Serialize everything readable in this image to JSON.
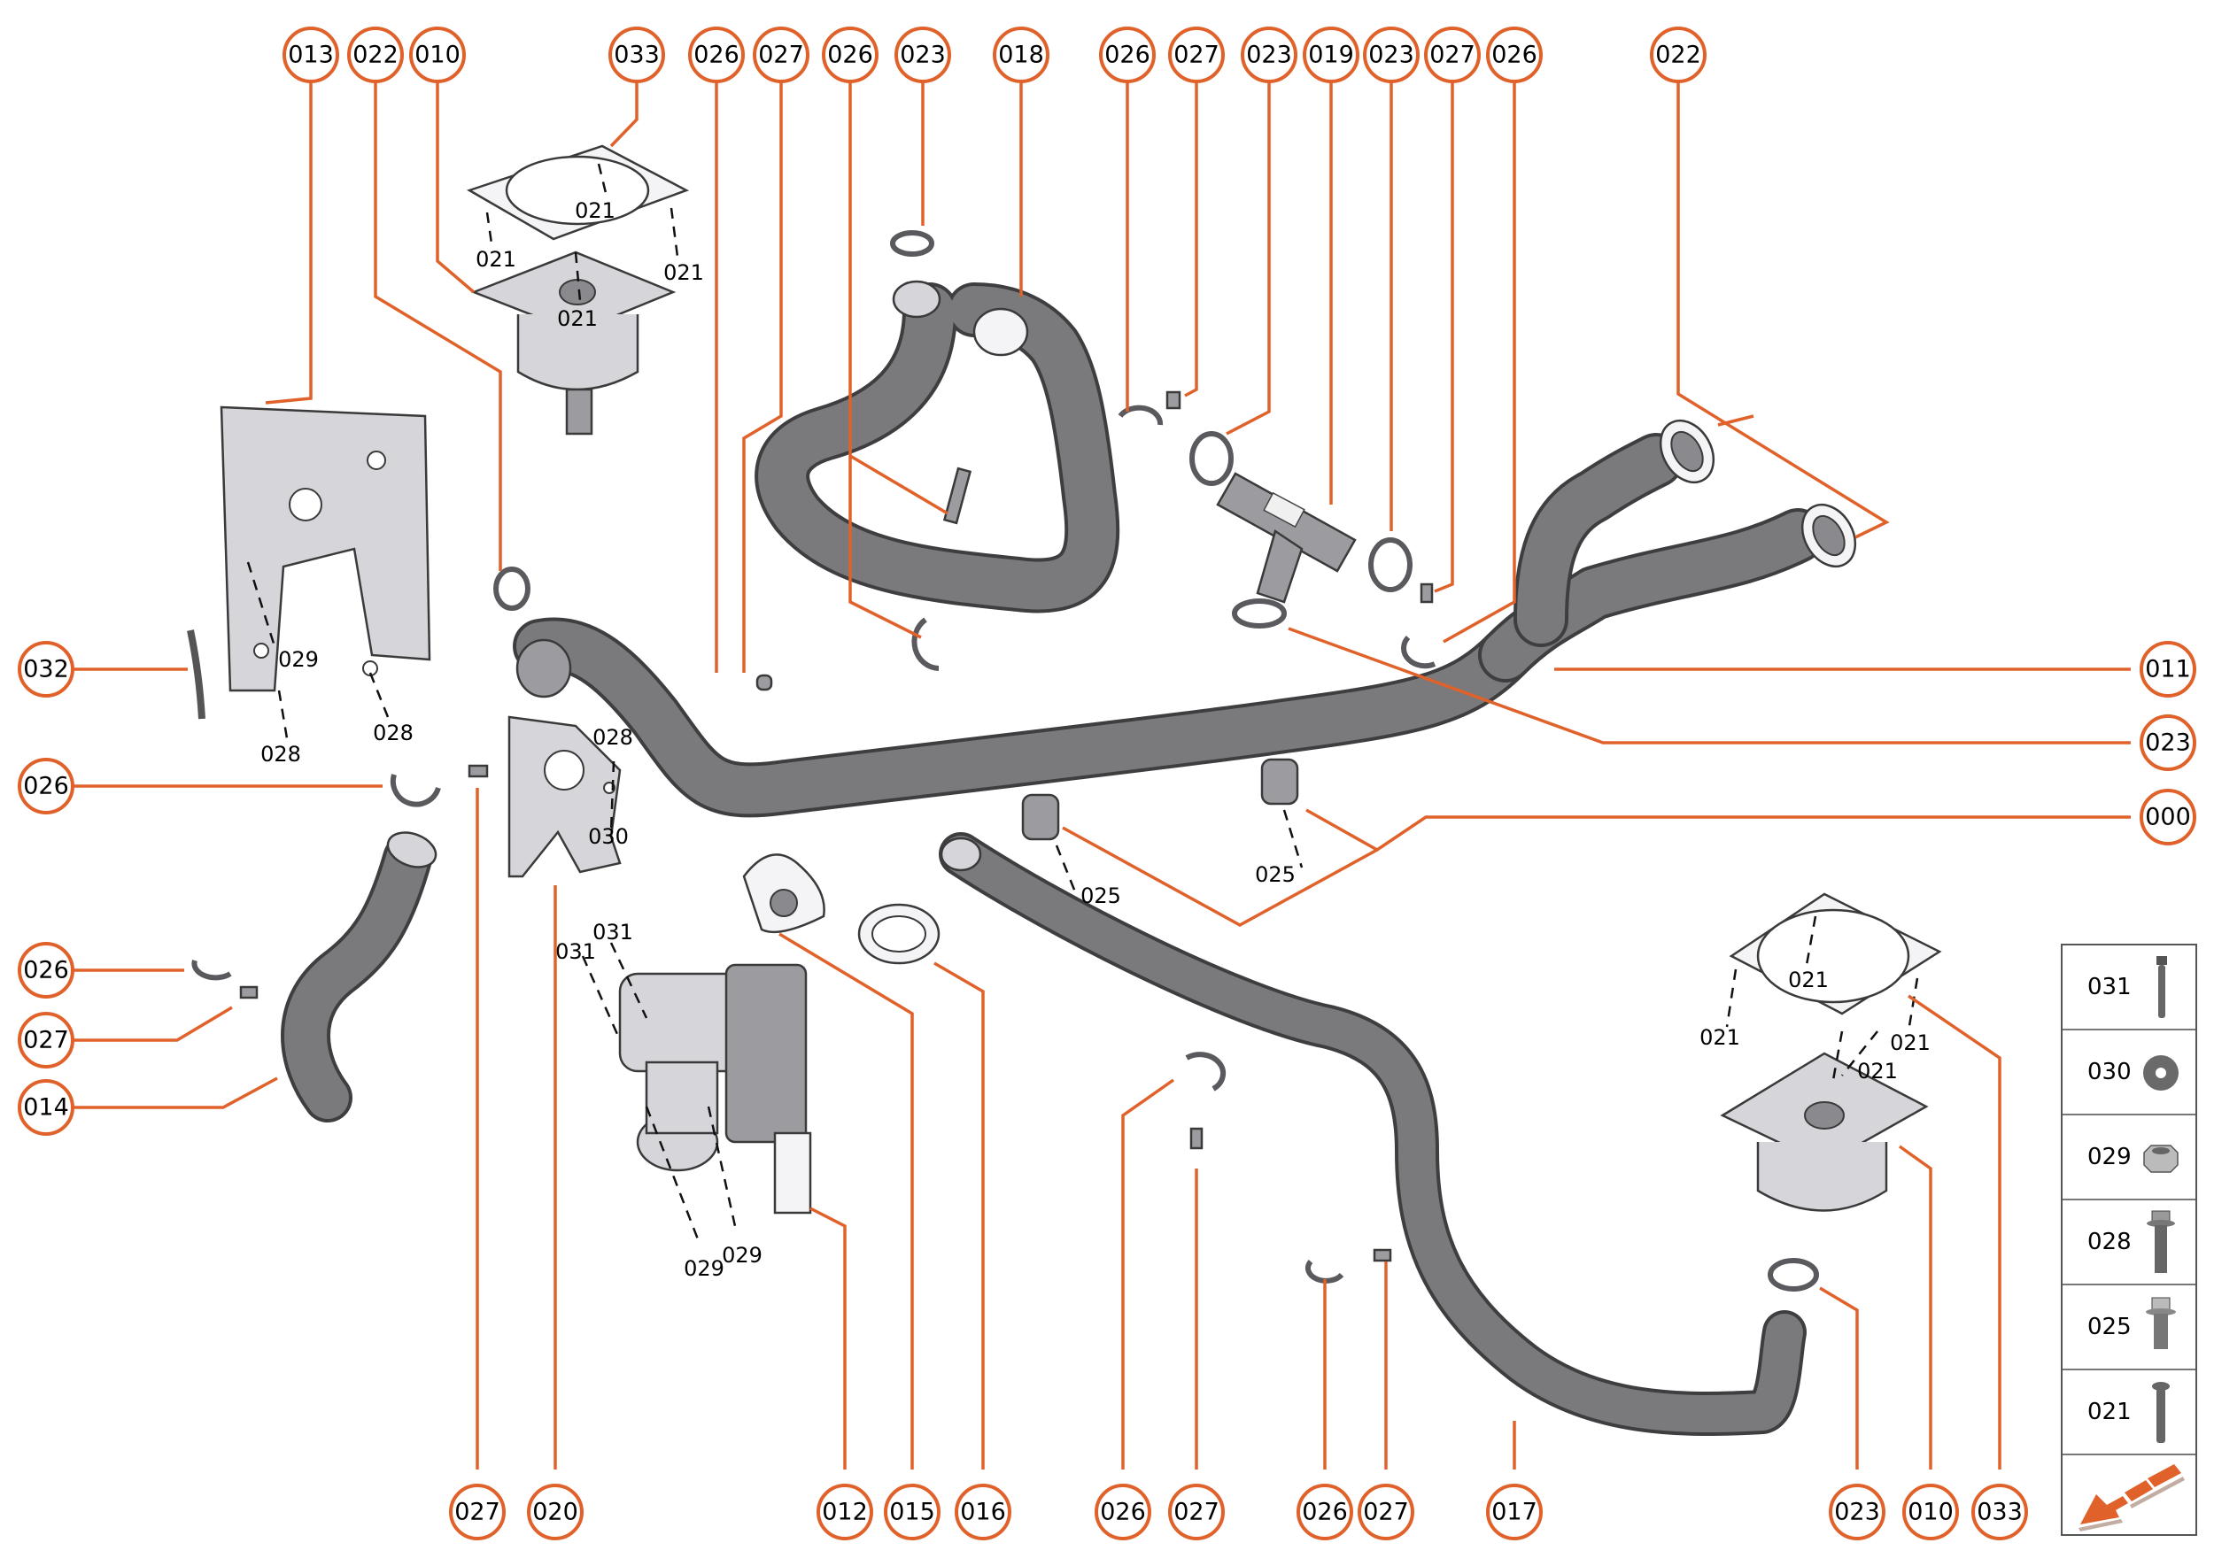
{
  "diagram": {
    "title": "Exploded parts diagram — coolant hoses, pump and brackets",
    "accent_color": "#e0622a",
    "callouts_top": [
      "013",
      "022",
      "010",
      "033",
      "026",
      "027",
      "026",
      "023",
      "018",
      "026",
      "027",
      "023",
      "019",
      "023",
      "027",
      "026",
      "022"
    ],
    "callouts_bottom": [
      "027",
      "020",
      "012",
      "015",
      "016",
      "026",
      "027",
      "026",
      "027",
      "017",
      "023",
      "010",
      "033"
    ],
    "callouts_left": [
      "032",
      "026",
      "026",
      "027",
      "014"
    ],
    "callouts_right": [
      "011",
      "023",
      "000"
    ],
    "sub_labels": {
      "tank_top": [
        "021",
        "021",
        "021",
        "021"
      ],
      "tank_bottom_right": [
        "021",
        "021",
        "021",
        "021"
      ],
      "bracket_013": [
        "029",
        "028",
        "028"
      ],
      "bracket_020": [
        "028",
        "030"
      ],
      "pump": [
        "031",
        "031",
        "029",
        "029"
      ],
      "grommets": [
        "025",
        "025"
      ]
    }
  },
  "legend": {
    "rows": [
      {
        "code": "031",
        "icon": "long-bolt-icon"
      },
      {
        "code": "030",
        "icon": "washer-icon"
      },
      {
        "code": "029",
        "icon": "flange-nut-icon"
      },
      {
        "code": "028",
        "icon": "hex-flange-bolt-long-icon"
      },
      {
        "code": "025",
        "icon": "hex-flange-bolt-short-icon"
      },
      {
        "code": "021",
        "icon": "round-head-screw-icon"
      }
    ],
    "direction_icon": "front-direction-arrow-icon"
  }
}
